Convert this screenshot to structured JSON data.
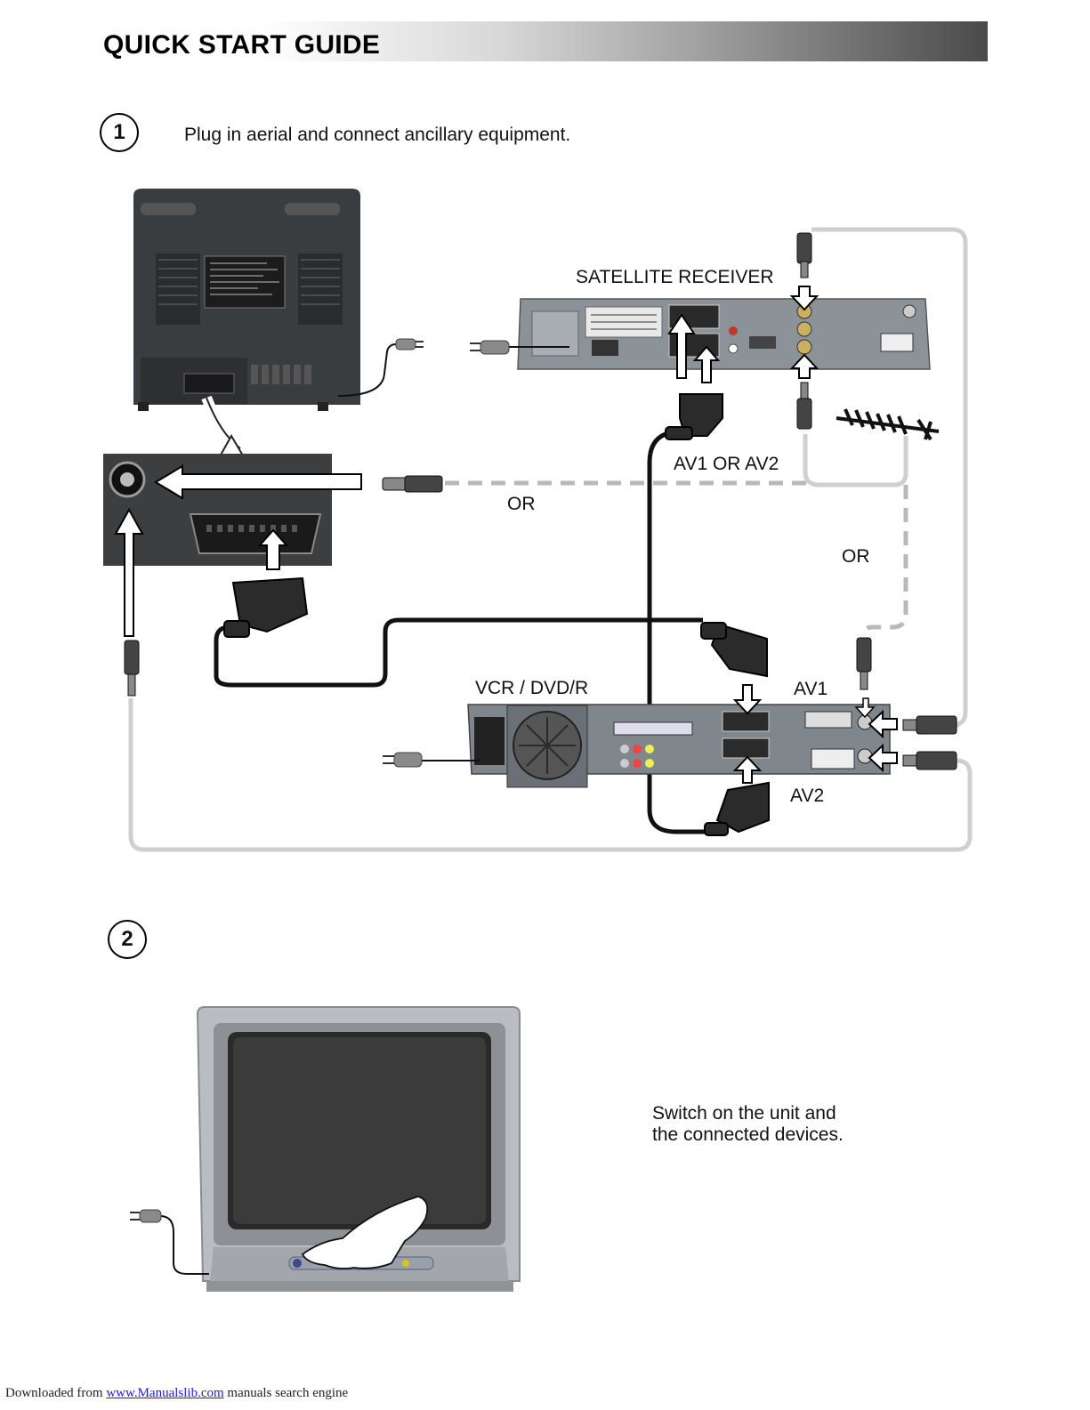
{
  "header": {
    "title": "QUICK START GUIDE"
  },
  "step1": {
    "number": "1",
    "instruction": "Plug in aerial and connect ancillary equipment."
  },
  "diagram": {
    "satellite_label": "SATELLITE RECEIVER",
    "av_choice_label": "AV1 OR AV2",
    "or_label_1": "OR",
    "or_label_2": "OR",
    "recorder_label": "VCR / DVD/R",
    "av1_label": "AV1",
    "av2_label": "AV2"
  },
  "step2": {
    "number": "2",
    "instruction_line1": "Switch on the unit and",
    "instruction_line2": "the connected devices."
  },
  "footer": {
    "prefix": "Downloaded from ",
    "link": "www.Manualslib.com",
    "suffix": " manuals search engine"
  }
}
